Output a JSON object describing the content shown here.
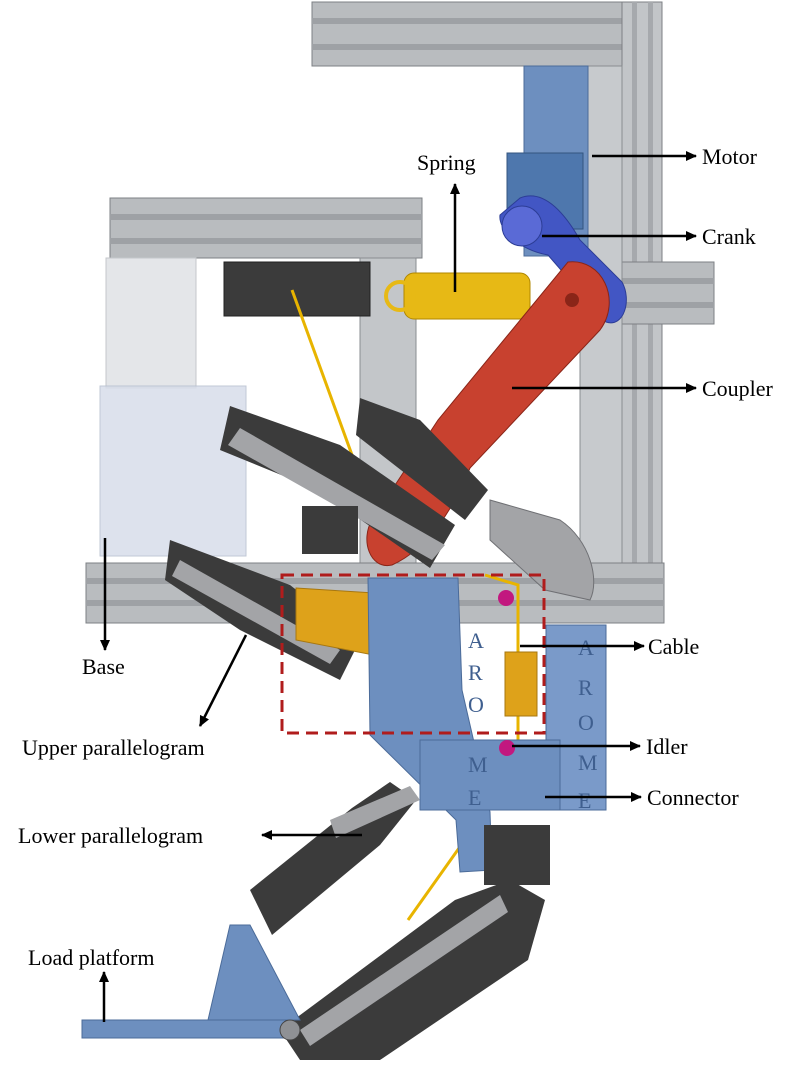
{
  "labels": {
    "spring": "Spring",
    "motor": "Motor",
    "crank": "Crank",
    "coupler": "Coupler",
    "base": "Base",
    "cable": "Cable",
    "upper_parallelogram": "Upper parallelogram",
    "idler": "Idler",
    "connector": "Connector",
    "lower_parallelogram": "Lower parallelogram",
    "load_platform": "Load platform"
  },
  "brand_letters": [
    "A",
    "R",
    "O",
    "M",
    "E"
  ],
  "colors": {
    "frame_rail": "#b9bcbf",
    "frame_dark": "#8d9094",
    "bracket_blue": "#6d8fbf",
    "motor_blue": "#4e77ad",
    "crank_blue": "#4256c4",
    "coupler_red": "#c8412f",
    "spring_yellow": "#e7b915",
    "orange_part": "#dea21a",
    "base_translucent": "#d8deea",
    "dark_block": "#3b3b3b",
    "link_gray": "#a3a4a7",
    "cable_yellow": "#e8b400",
    "dashed_box": "#b01c1c",
    "idler_magenta": "#c2187f",
    "arrow": "#000000"
  }
}
